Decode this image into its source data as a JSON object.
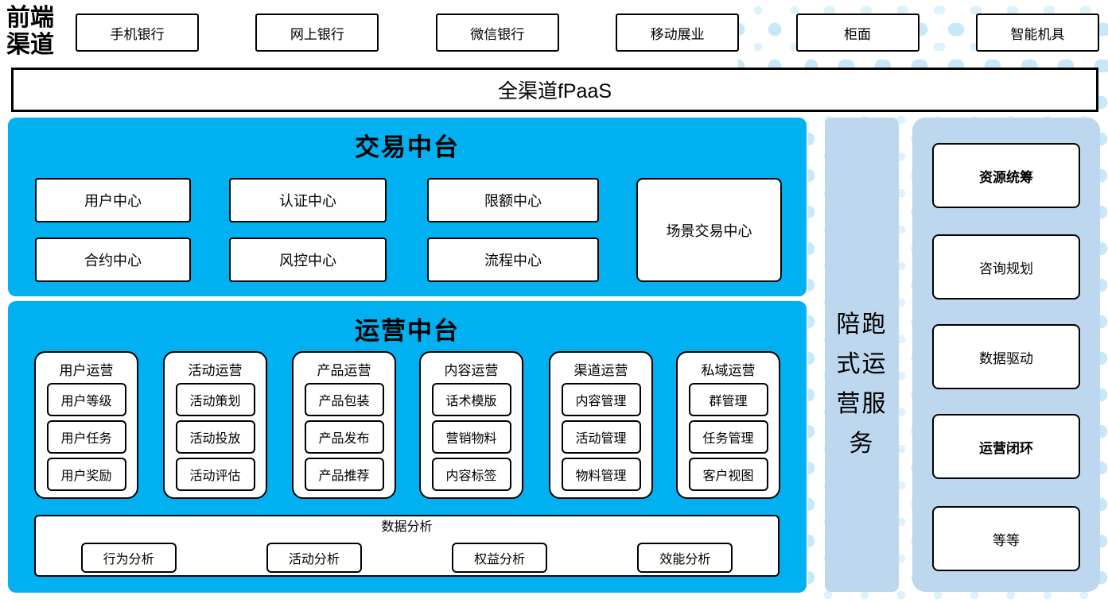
{
  "frontend": {
    "label": "前端渠道",
    "channels": [
      "手机银行",
      "网上银行",
      "微信银行",
      "移动展业",
      "柜面",
      "智能机具"
    ]
  },
  "fpaas": {
    "label": "全渠道fPaaS"
  },
  "trading": {
    "title": "交易中台",
    "row1": [
      "用户中心",
      "认证中心",
      "限额中心"
    ],
    "row2": [
      "合约中心",
      "风控中心",
      "流程中心"
    ],
    "tall": "场景交易中心"
  },
  "operations": {
    "title": "运营中台",
    "columns": [
      {
        "title": "用户运营",
        "items": [
          "用户等级",
          "用户任务",
          "用户奖励"
        ]
      },
      {
        "title": "活动运营",
        "items": [
          "活动策划",
          "活动投放",
          "活动评估"
        ]
      },
      {
        "title": "产品运营",
        "items": [
          "产品包装",
          "产品发布",
          "产品推荐"
        ]
      },
      {
        "title": "内容运营",
        "items": [
          "话术模版",
          "营销物料",
          "内容标签"
        ]
      },
      {
        "title": "渠道运营",
        "items": [
          "内容管理",
          "活动管理",
          "物料管理"
        ]
      },
      {
        "title": "私域运营",
        "items": [
          "群管理",
          "任务管理",
          "客户视图"
        ]
      }
    ],
    "analysis": {
      "title": "数据分析",
      "items": [
        "行为分析",
        "活动分析",
        "权益分析",
        "效能分析"
      ]
    }
  },
  "side_bar": {
    "label": "陪跑式运营服务"
  },
  "services": {
    "items": [
      {
        "label": "资源统筹"
      },
      {
        "label": "咨询规划"
      },
      {
        "label": "数据驱动"
      },
      {
        "label": "运营闭环"
      },
      {
        "label": "等等"
      }
    ]
  },
  "colors": {
    "bright_blue": "#00b0f0",
    "light_blue": "#bdd7ee",
    "dot_blue_1": "#ddf2fb",
    "dot_blue_2": "#c9e8f7"
  }
}
